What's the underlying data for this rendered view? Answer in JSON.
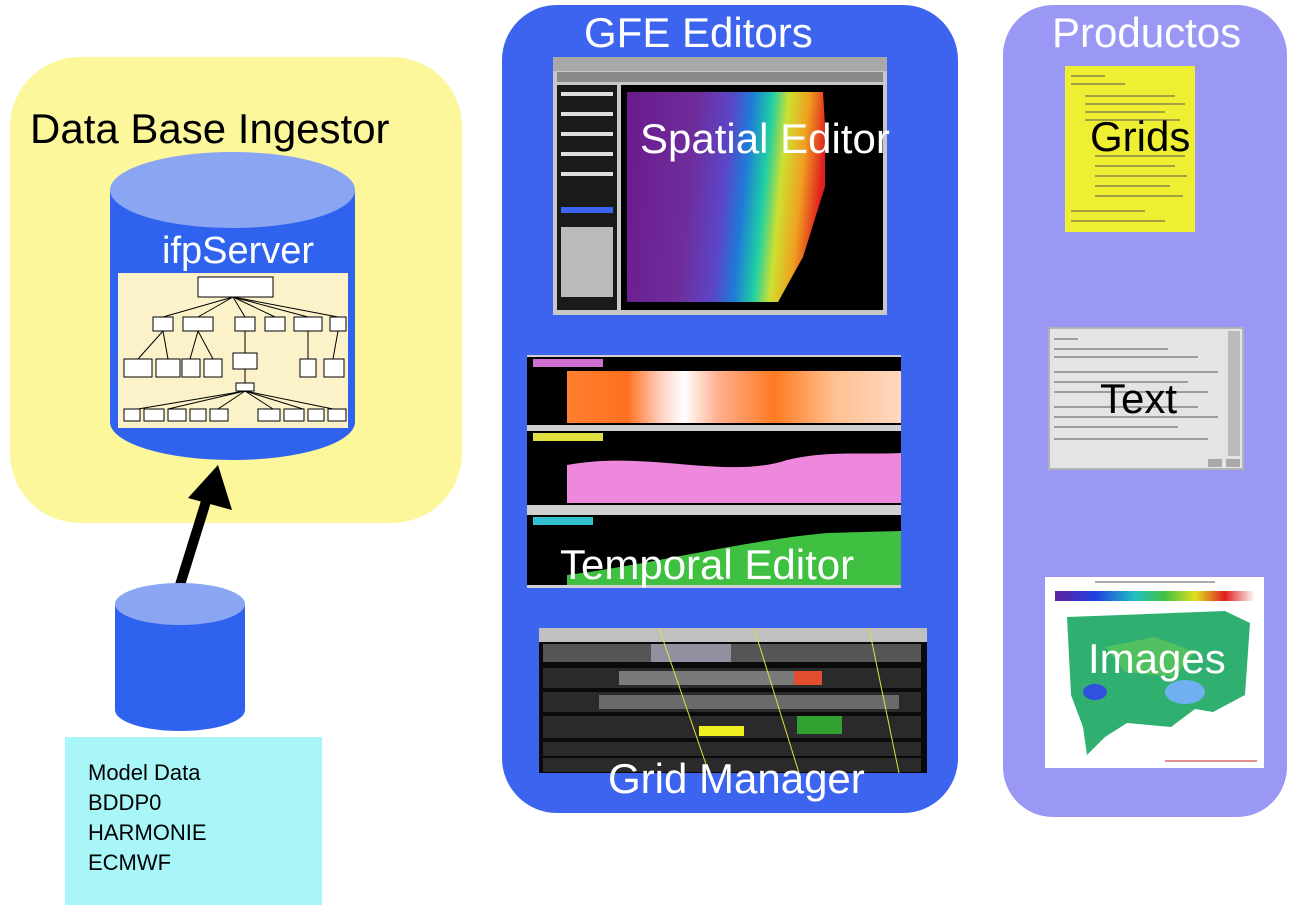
{
  "ingestor": {
    "title": "Data Base Ingestor",
    "server_label": "ifpServer"
  },
  "model_data": {
    "lines": [
      "Model Data",
      "BDDP0",
      "HARMONIE",
      "ECMWF"
    ]
  },
  "gfe": {
    "title": "GFE Editors",
    "spatial_label": "Spatial Editor",
    "temporal_label": "Temporal Editor",
    "grid_label": "Grid Manager"
  },
  "productos": {
    "title": "Productos",
    "grids_label": "Grids",
    "text_label": "Text",
    "images_label": "Images"
  },
  "colors": {
    "ingestor_panel": "#fbf79a",
    "gfe_panel": "#3c64ee",
    "productos_panel": "#9b98f5",
    "cylinder_body": "#2f62ee",
    "cylinder_top": "#8aa6f2",
    "model_box": "#a9f6f9",
    "grids_thumb": "#eeee33"
  }
}
